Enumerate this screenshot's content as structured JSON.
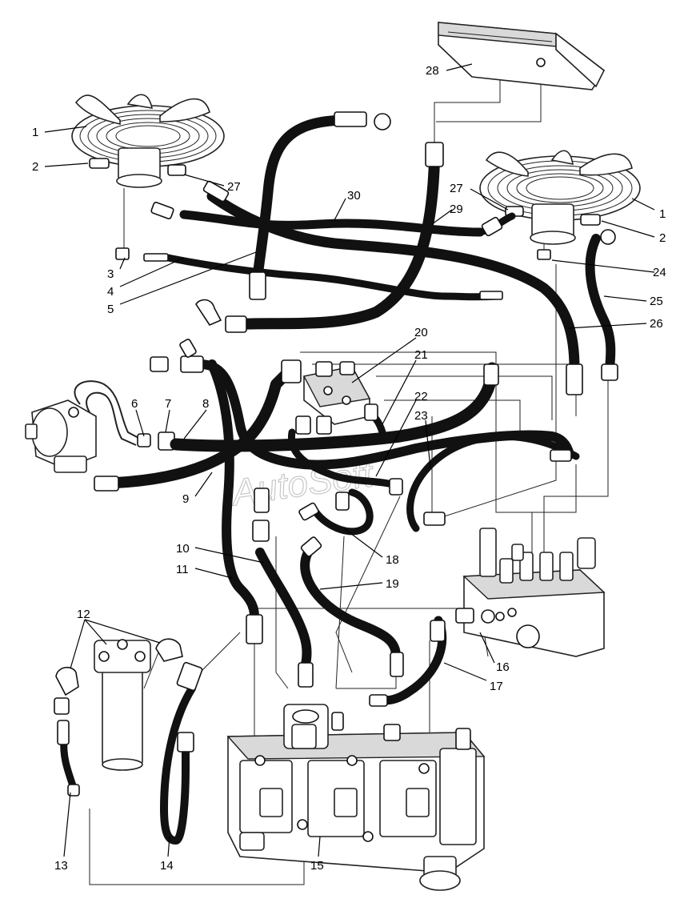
{
  "watermark": "AutoSoft",
  "callouts": [
    {
      "id": "c1a",
      "label": "1"
    },
    {
      "id": "c2a",
      "label": "2"
    },
    {
      "id": "c3",
      "label": "3"
    },
    {
      "id": "c4",
      "label": "4"
    },
    {
      "id": "c5",
      "label": "5"
    },
    {
      "id": "c6",
      "label": "6"
    },
    {
      "id": "c7",
      "label": "7"
    },
    {
      "id": "c8",
      "label": "8"
    },
    {
      "id": "c9",
      "label": "9"
    },
    {
      "id": "c10",
      "label": "10"
    },
    {
      "id": "c11",
      "label": "11"
    },
    {
      "id": "c12",
      "label": "12"
    },
    {
      "id": "c13",
      "label": "13"
    },
    {
      "id": "c14",
      "label": "14"
    },
    {
      "id": "c15",
      "label": "15"
    },
    {
      "id": "c16",
      "label": "16"
    },
    {
      "id": "c17",
      "label": "17"
    },
    {
      "id": "c18",
      "label": "18"
    },
    {
      "id": "c19",
      "label": "19"
    },
    {
      "id": "c20",
      "label": "20"
    },
    {
      "id": "c21",
      "label": "21"
    },
    {
      "id": "c22",
      "label": "22"
    },
    {
      "id": "c23",
      "label": "23"
    },
    {
      "id": "c24",
      "label": "24"
    },
    {
      "id": "c25",
      "label": "25"
    },
    {
      "id": "c26",
      "label": "26"
    },
    {
      "id": "c27a",
      "label": "27"
    },
    {
      "id": "c27b",
      "label": "27"
    },
    {
      "id": "c28",
      "label": "28"
    },
    {
      "id": "c29",
      "label": "29"
    },
    {
      "id": "c30",
      "label": "30"
    },
    {
      "id": "c1b",
      "label": "1"
    },
    {
      "id": "c2b",
      "label": "2"
    }
  ]
}
